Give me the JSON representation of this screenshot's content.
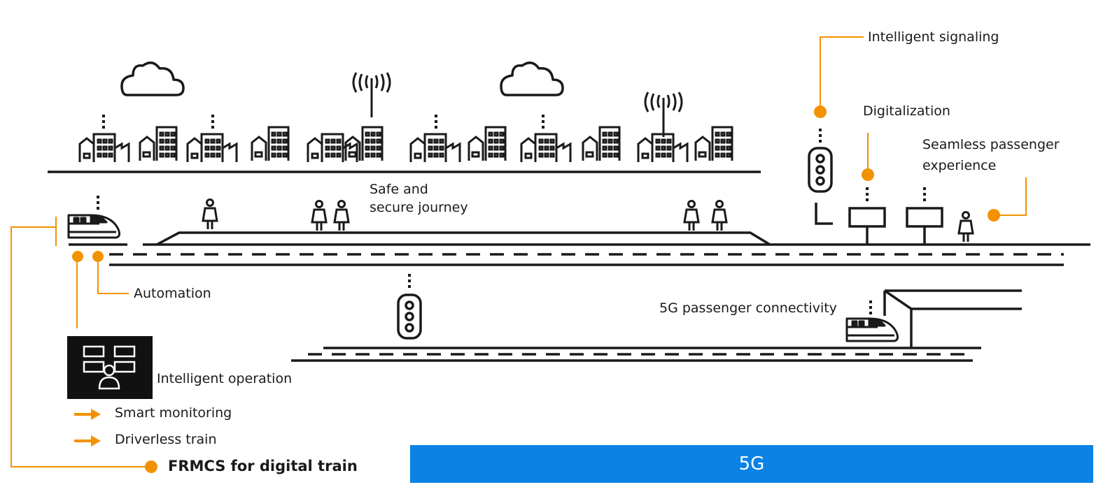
{
  "labels": {
    "intelligent_signaling": "Intelligent signaling",
    "digitalization": "Digitalization",
    "seamless_passenger_experience": "Seamless passenger\nexperience",
    "safe_and_secure_journey": "Safe and\nsecure journey",
    "automation": "Automation",
    "passenger_connectivity": "5G passenger connectivity",
    "intelligent_operation": "Intelligent operation",
    "frmcs": "FRMCS  for digital train"
  },
  "operation_items": [
    {
      "label": "Smart monitoring",
      "icon": "arrow-right-icon"
    },
    {
      "label": "Driverless train",
      "icon": "arrow-right-icon"
    }
  ],
  "band": {
    "label": "5G",
    "color": "#0a82e6"
  },
  "colors": {
    "accent": "#f39200",
    "line": "#1a1a1a",
    "band": "#0a82e6"
  },
  "icons": [
    "cloud-icon",
    "building-icon",
    "antenna-tower-icon",
    "traffic-light-icon",
    "person-icon",
    "train-icon",
    "station-sign-icon",
    "operator-console-icon"
  ]
}
